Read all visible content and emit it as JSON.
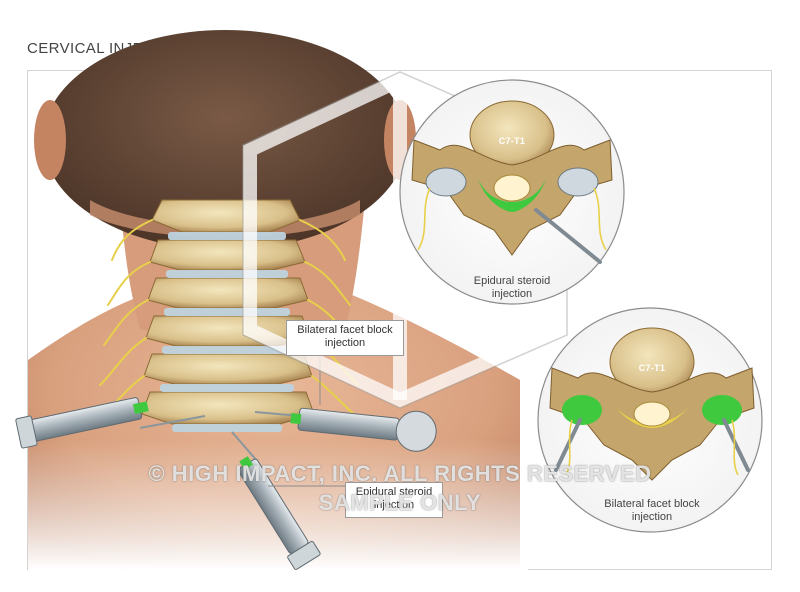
{
  "title": "CERVICAL INJECTION PROCEDURES",
  "labels": {
    "facet_main_line1": "Bilateral facet block",
    "facet_main_line2": "injection",
    "epidural_main_line1": "Epidural steroid",
    "epidural_main_line2": "injection",
    "inset_top_line1": "Epidural steroid",
    "inset_top_line2": "injection",
    "inset_bottom_line1": "Bilateral facet block",
    "inset_bottom_line2": "injection",
    "vertebra_top": "C7-T1",
    "vertebra_bottom": "C7-T1"
  },
  "watermark": {
    "line1": "© HIGH IMPACT, INC. ALL RIGHTS RESERVED",
    "line2": "SAMPLE ONLY"
  },
  "colors": {
    "skin": "#e0a887",
    "bone": "#e9d9a4",
    "bone_dark": "#8c6a34",
    "nerve": "#e8d04a",
    "disc": "#bfd3df",
    "green": "#3fc93f",
    "needle": "#9aa5ad"
  }
}
